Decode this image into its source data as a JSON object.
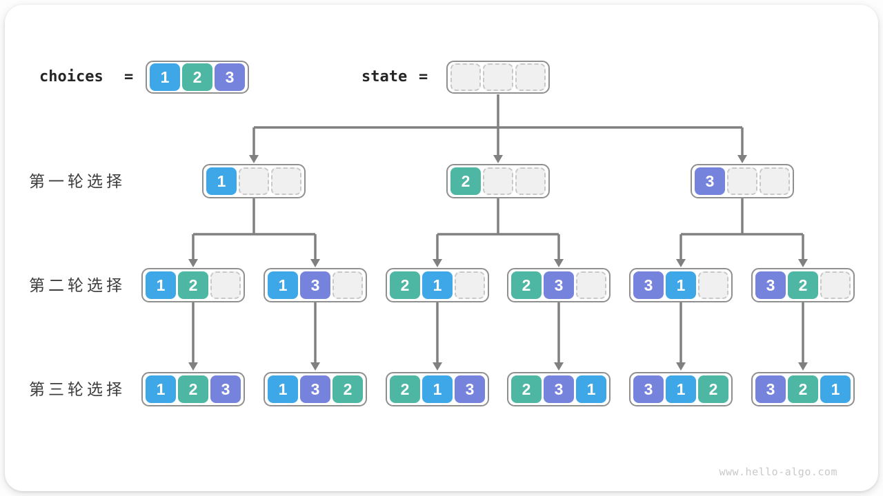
{
  "colors": {
    "1": "#3DA7E8",
    "2": "#4DB7A4",
    "3": "#7683DD",
    "empty_fill": "#F0F0F0",
    "empty_border": "#C8C8C8",
    "container_border": "#8F8F8F",
    "line": "#808080",
    "code_text": "#252525",
    "label_text": "#3D3D3D",
    "watermark_text": "#C9C9C9"
  },
  "header": {
    "choices": {
      "label": "choices",
      "equals": "=",
      "cells": [
        "1",
        "2",
        "3"
      ]
    },
    "state": {
      "label": "state",
      "equals": "=",
      "cells": [
        "",
        "",
        ""
      ]
    }
  },
  "rows": [
    {
      "label": "第一轮选择",
      "nodes": [
        [
          "1",
          "",
          ""
        ],
        [
          "2",
          "",
          ""
        ],
        [
          "3",
          "",
          ""
        ]
      ]
    },
    {
      "label": "第二轮选择",
      "nodes": [
        [
          "1",
          "2",
          ""
        ],
        [
          "1",
          "3",
          ""
        ],
        [
          "2",
          "1",
          ""
        ],
        [
          "2",
          "3",
          ""
        ],
        [
          "3",
          "1",
          ""
        ],
        [
          "3",
          "2",
          ""
        ]
      ]
    },
    {
      "label": "第三轮选择",
      "nodes": [
        [
          "1",
          "2",
          "3"
        ],
        [
          "1",
          "3",
          "2"
        ],
        [
          "2",
          "1",
          "3"
        ],
        [
          "2",
          "3",
          "1"
        ],
        [
          "3",
          "1",
          "2"
        ],
        [
          "3",
          "2",
          "1"
        ]
      ]
    }
  ],
  "footer": {
    "watermark": "www.hello-algo.com"
  }
}
